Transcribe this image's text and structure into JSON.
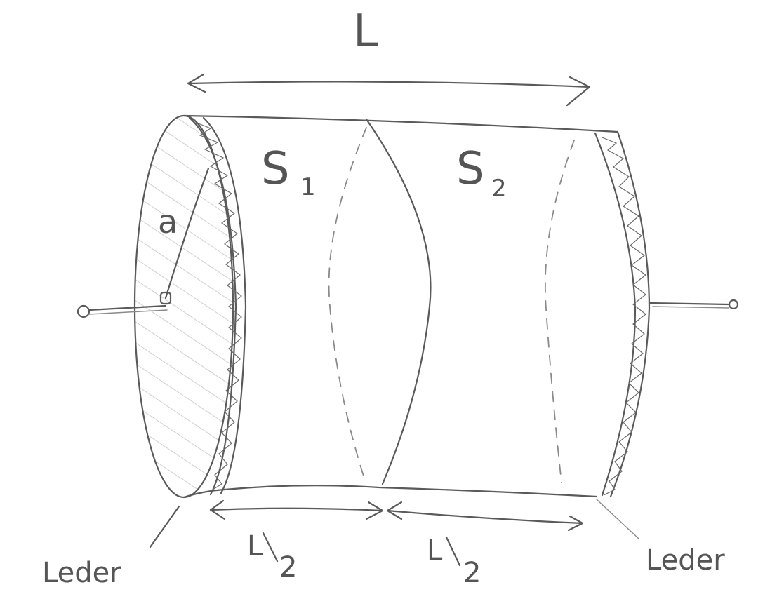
{
  "labels": {
    "length": "L",
    "segment1": "S",
    "segment1_sub": "1",
    "segment2": "S",
    "segment2_sub": "2",
    "radius": "a",
    "half_left_num": "L",
    "half_left_den": "2",
    "half_right_num": "L",
    "half_right_den": "2",
    "conductor_left": "Leder",
    "conductor_right": "Leder"
  },
  "colors": {
    "ink": "#5a5a5a",
    "hatch": "#cfcfcf",
    "background": "#ffffff"
  }
}
